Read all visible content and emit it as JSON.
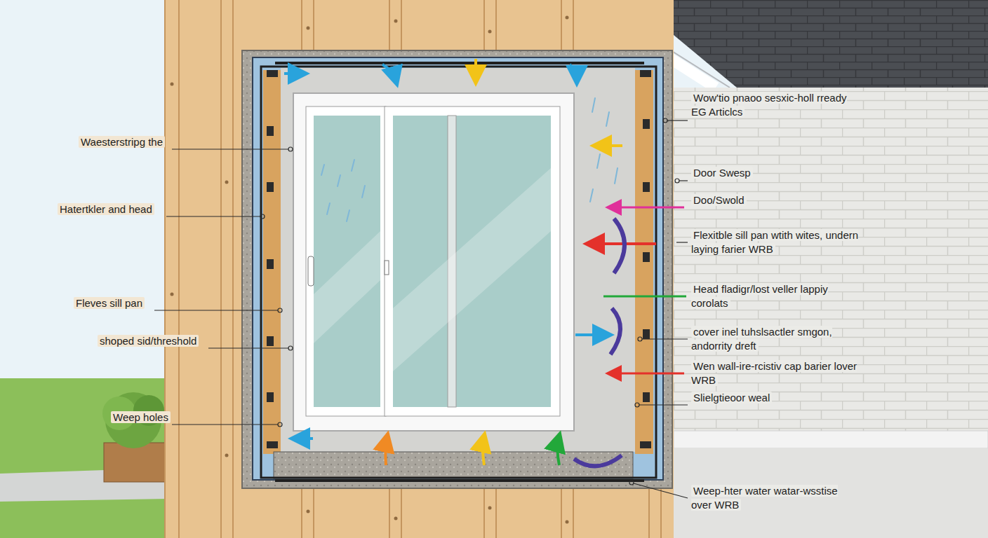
{
  "diagram": {
    "labels": [
      "Waesterstripg the",
      "Hatertkler and head",
      "Fleves sill pan",
      "shoped sid/threshold",
      "Weep holes",
      "Wow'tio pnaoo sesxic-holl rready EG Articlcs",
      "Door Swesp",
      "Doo/Swold",
      "Flexitble sill pan wtith wites, undern laying farier WRB",
      "Head fladigr/lost veller lappiy corolats",
      "cover inel tuhslsactler smgon, andorrity dreft",
      "Wen wall-ire-rcistiv cap barier lover WRB",
      "Slielgtieoor weal",
      "Weep-hter water watar-wsstise over WRB"
    ]
  }
}
